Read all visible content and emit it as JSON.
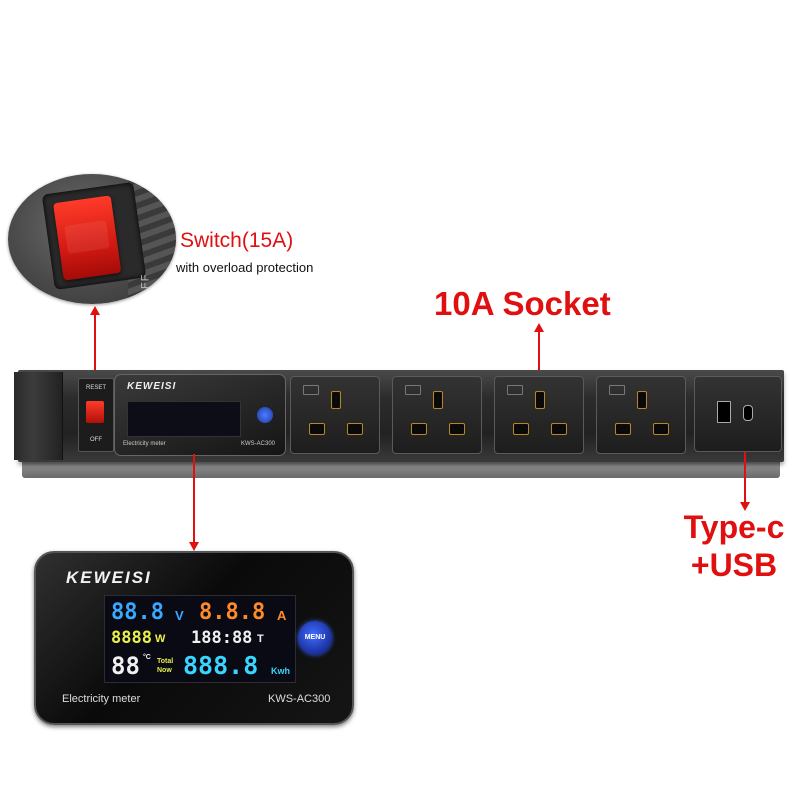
{
  "callouts": {
    "switch_title": "Switch(15A)",
    "switch_subtitle": "with overload protection",
    "socket_label": "10A Socket",
    "usb_label_line1": "Type-c",
    "usb_label_line2": "+USB"
  },
  "strip": {
    "switch_top_text": "RESET",
    "switch_bottom_text": "OFF",
    "outlet_count": 4
  },
  "meter": {
    "brand": "KEWEISI",
    "caption": "Electricity meter",
    "model": "KWS-AC300",
    "menu_label": "MENU",
    "readouts": {
      "voltage": "88.8",
      "voltage_unit": "V",
      "current": "8.8.8",
      "current_unit": "A",
      "power": "8888",
      "power_unit": "W",
      "time": "188:88",
      "time_unit": "T",
      "temperature": "88",
      "temperature_unit": "°C",
      "total_label": "Total",
      "now_label": "Now",
      "energy": "888.8",
      "energy_unit": "Kwh"
    }
  },
  "colors": {
    "callout_red": "#e01010",
    "lcd_blue": "#3aa8ff",
    "lcd_orange": "#ff8a2a",
    "lcd_yellow": "#e9f04a",
    "lcd_white": "#f0f0f0",
    "lcd_cyan": "#38d6ff"
  }
}
